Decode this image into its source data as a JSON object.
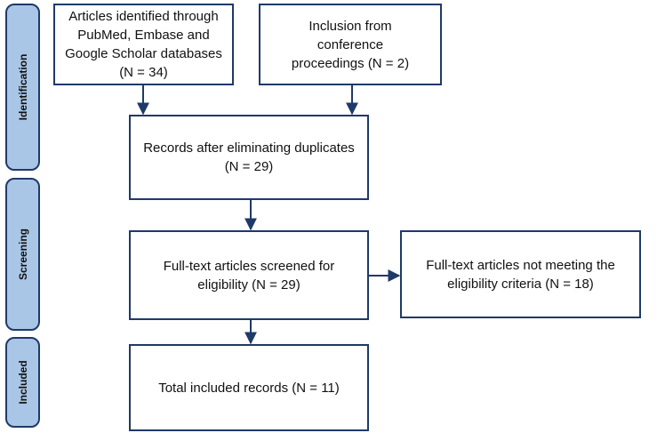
{
  "stages": {
    "identification": "Identification",
    "screening": "Screening",
    "included": "Included"
  },
  "boxes": {
    "databases": "Articles identified through PubMed, Embase and Google Scholar databases (N = 34)",
    "conference": "Inclusion from conference proceedings (N = 2)",
    "duplicates": "Records after eliminating duplicates (N = 29)",
    "screened": "Full-text articles screened for eligibility (N = 29)",
    "excluded": "Full-text articles not meeting the eligibility criteria (N = 18)",
    "included": "Total included records (N = 11)"
  },
  "colors": {
    "stage_fill": "#a9c6e6",
    "border": "#1f3a68",
    "arrow": "#1f3a68"
  }
}
